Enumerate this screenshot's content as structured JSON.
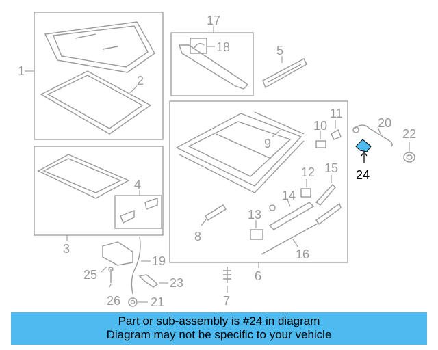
{
  "diagram": {
    "callouts": [
      "1",
      "2",
      "3",
      "4",
      "5",
      "6",
      "7",
      "8",
      "9",
      "10",
      "11",
      "12",
      "13",
      "14",
      "15",
      "16",
      "17",
      "18",
      "19",
      "20",
      "21",
      "22",
      "23",
      "24",
      "25",
      "26"
    ],
    "highlighted": "24",
    "highlight_color": "#4dbbf0"
  },
  "banner": {
    "line1": "Part or sub-assembly is #24 in diagram",
    "line2": "Diagram may not be specific to your vehicle",
    "background": "#4dbbf0"
  }
}
